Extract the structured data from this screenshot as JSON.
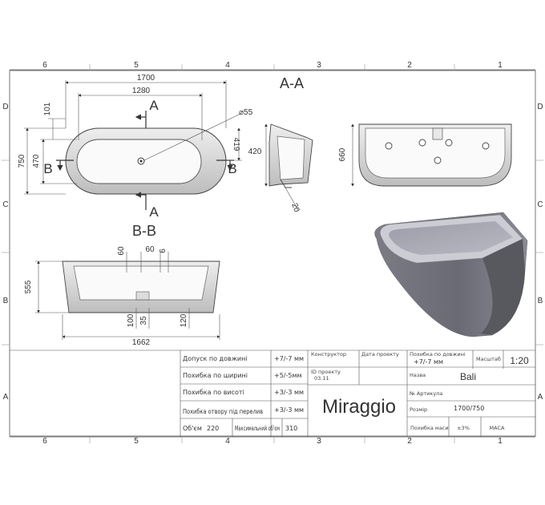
{
  "grid": {
    "cols_top": [
      "6",
      "5",
      "4",
      "3",
      "2",
      "1"
    ],
    "cols_bottom": [
      "6",
      "5",
      "4",
      "3",
      "2",
      "1"
    ],
    "rows_left": [
      "D",
      "C",
      "B",
      "A"
    ],
    "rows_right": [
      "D",
      "C",
      "B",
      "A"
    ]
  },
  "top_view": {
    "dim_length": "1700",
    "dim_inner_length": "1280",
    "dim_width": "750",
    "dim_inner_width": "470",
    "dim_rim": "101",
    "dim_drain": "419",
    "dim_hole": "⌀55",
    "label_a_top": "A",
    "label_a_bottom": "A",
    "label_b_left": "B",
    "label_b_right": "B"
  },
  "section_aa": {
    "title": "A-A",
    "dim_height": "420",
    "dim_wall": "20"
  },
  "side_view": {
    "dim_height": "660"
  },
  "section_bb": {
    "title": "B-B",
    "dim_depth": "555",
    "dim_60a": "60",
    "dim_60b": "60",
    "dim_6": "6",
    "dim_100": "100",
    "dim_35": "35",
    "dim_120": "120",
    "dim_bottom": "1662"
  },
  "table": {
    "rows": [
      {
        "label": "Допуск по довжині",
        "value": "+7/-7 мм"
      },
      {
        "label": "Похибка по ширині",
        "value": "+5/-5мм"
      },
      {
        "label": "Похибка по висоті",
        "value": "+3/-3 мм"
      },
      {
        "label": "Похибка отвору під перелив",
        "value": "+3/-3 мм"
      }
    ],
    "volume_label": "Об'єм",
    "volume_value": "220",
    "max_volume_label": "Максимальний об'єм",
    "max_volume_value": "310"
  },
  "title_block": {
    "designer_label": "Конструктор",
    "date_label": "Дата проекту",
    "project_id_label": "ID проекту",
    "project_id_value": "03.11",
    "length_tolerance_label": "Похибка по довжині",
    "length_tolerance_value": "+7/-7 мм",
    "scale_label": "Масштаб",
    "scale_value": "1:20",
    "name_label": "Назва",
    "name_value": "Bali",
    "article_label": "№ Артикула",
    "size_label": "Розмір",
    "size_value": "1700/750",
    "mass_label": "Похибка маси",
    "mass_value": "±3%",
    "mass_unit": "МАСА",
    "brand": "Miraggio"
  }
}
